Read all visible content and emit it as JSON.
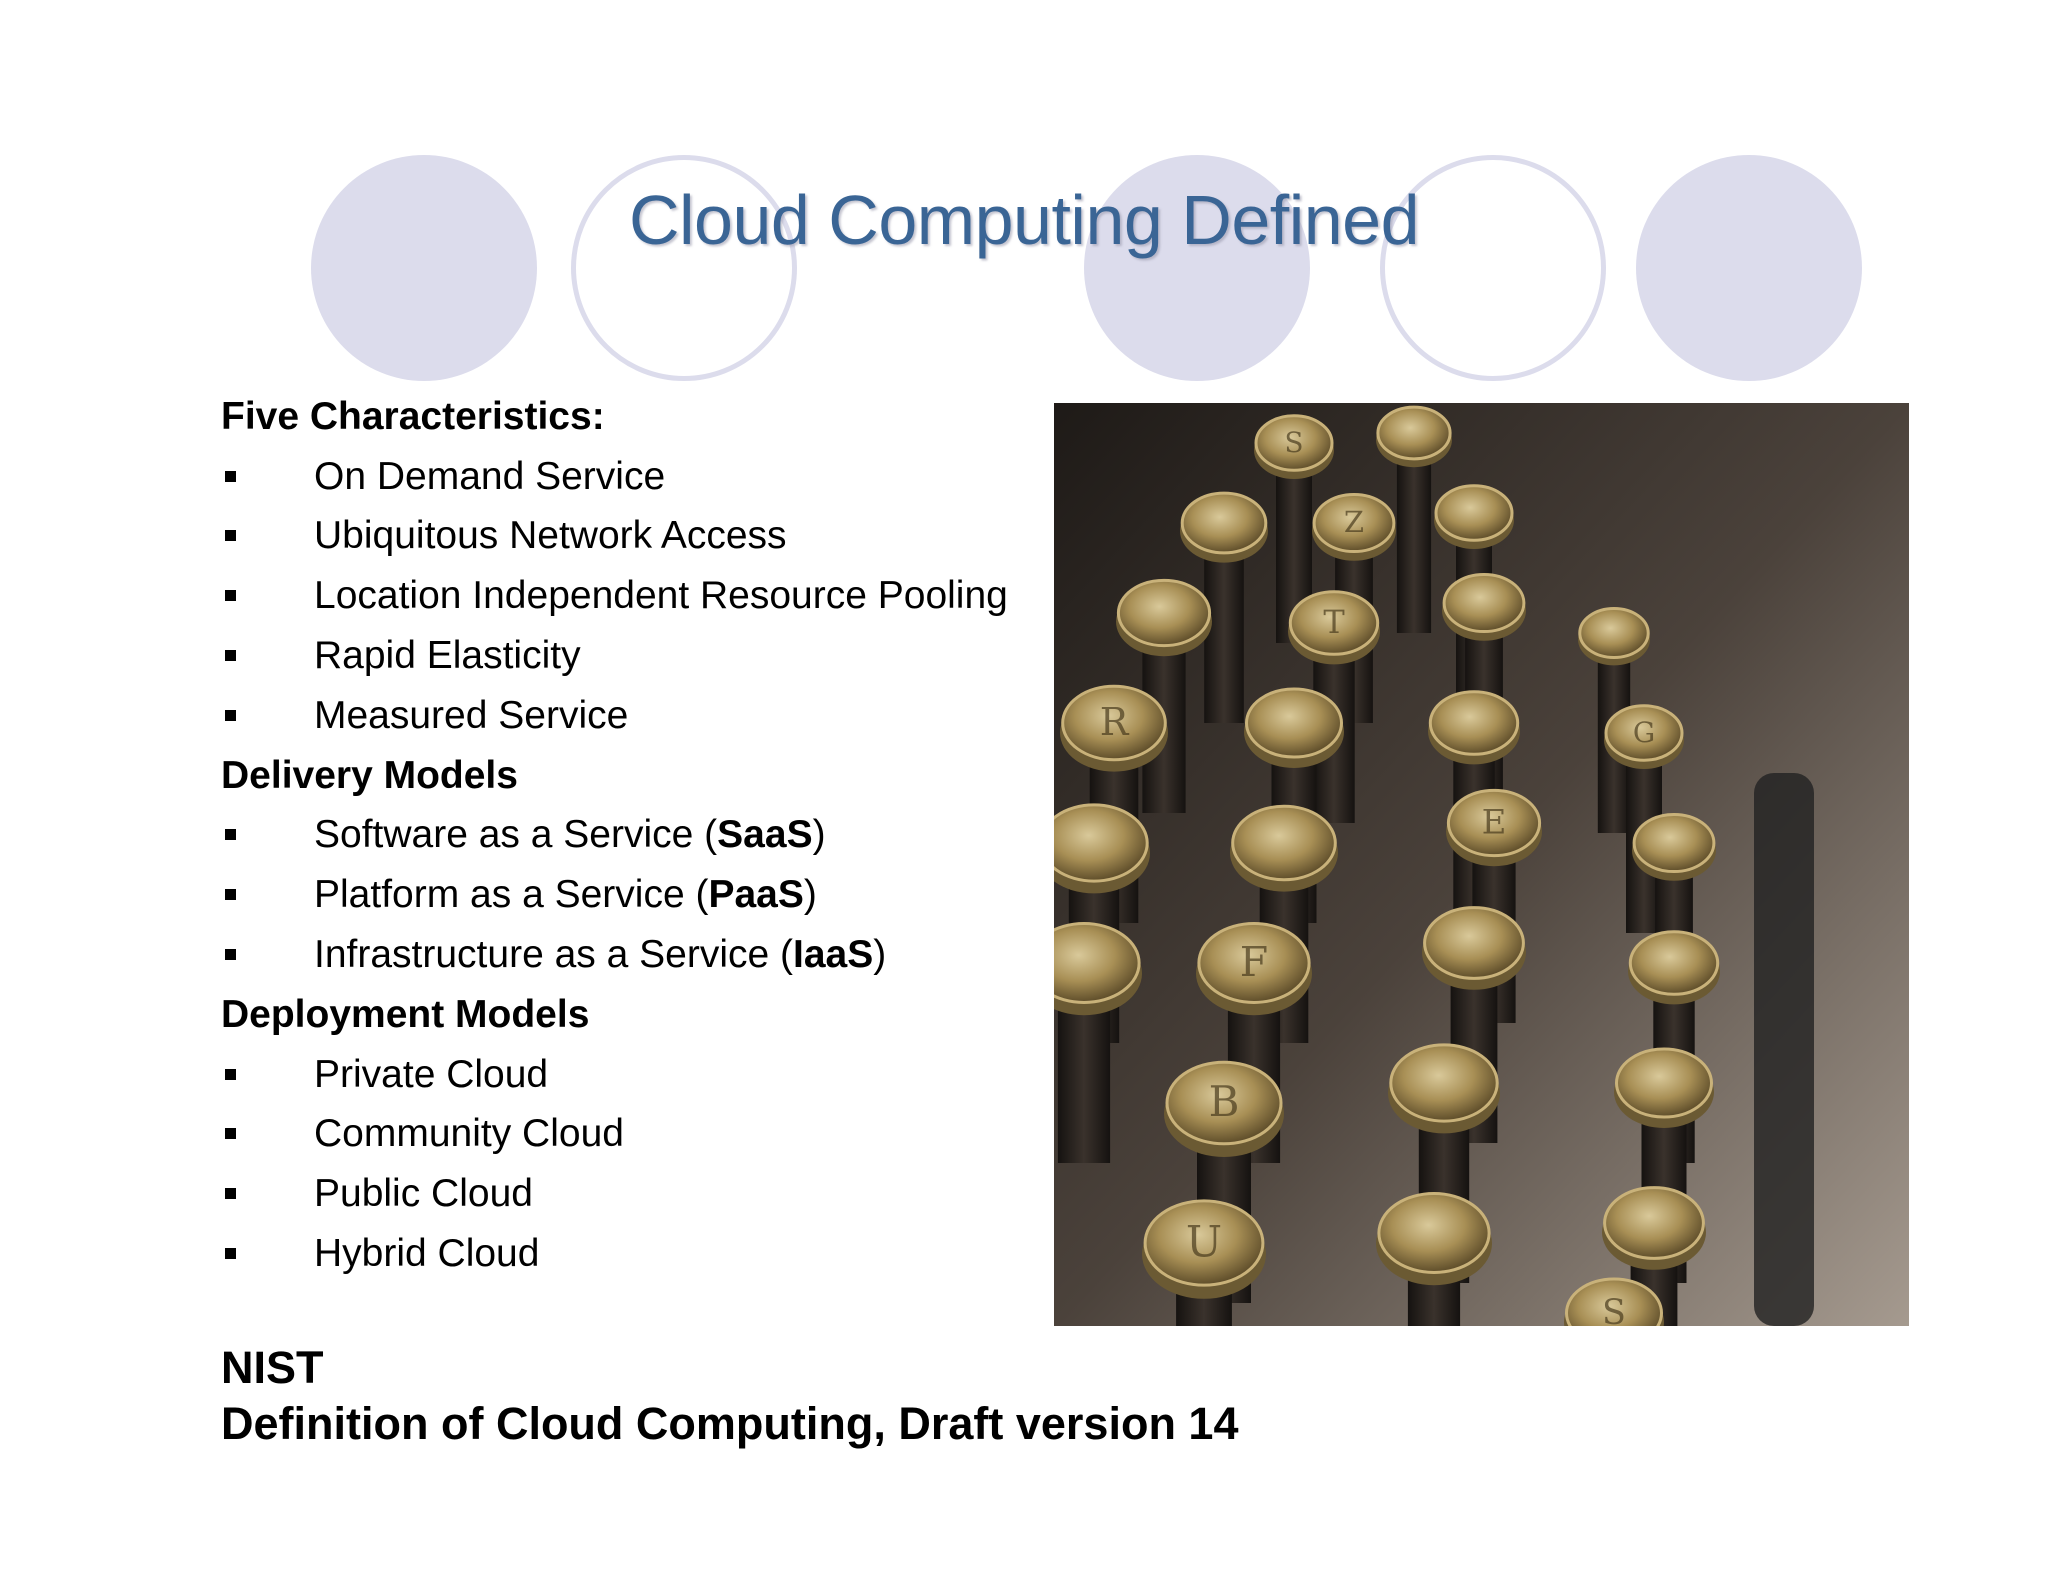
{
  "slide": {
    "title": "Cloud Computing Defined",
    "sections": [
      {
        "heading": "Five Characteristics:",
        "items": [
          {
            "pre": "On Demand Service",
            "bold": "",
            "post": ""
          },
          {
            "pre": "Ubiquitous Network Access",
            "bold": "",
            "post": ""
          },
          {
            "pre": "Location Independent Resource Pooling",
            "bold": "",
            "post": ""
          },
          {
            "pre": "Rapid Elasticity",
            "bold": "",
            "post": ""
          },
          {
            "pre": "Measured Service",
            "bold": "",
            "post": ""
          }
        ]
      },
      {
        "heading": "Delivery Models",
        "items": [
          {
            "pre": "Software as a Service (",
            "bold": "SaaS",
            "post": ")"
          },
          {
            "pre": "Platform as a Service (",
            "bold": "PaaS",
            "post": ")"
          },
          {
            "pre": "Infrastructure as a Service (",
            "bold": "IaaS",
            "post": ")"
          }
        ]
      },
      {
        "heading": "Deployment Models",
        "items": [
          {
            "pre": "Private Cloud",
            "bold": "",
            "post": ""
          },
          {
            "pre": "Community Cloud",
            "bold": "",
            "post": ""
          },
          {
            "pre": "Public Cloud",
            "bold": "",
            "post": ""
          },
          {
            "pre": "Hybrid Cloud",
            "bold": "",
            "post": ""
          }
        ]
      }
    ],
    "footer": {
      "line1": "NIST",
      "line2": "Definition of Cloud Computing, Draft version 14"
    },
    "photo_keys": [
      "S",
      "Z",
      "T",
      "R",
      "G",
      "E",
      "F",
      "B",
      "U"
    ]
  },
  "colors": {
    "title": "#3a6595",
    "circle": "#dcdcec",
    "key_brass": "#b59a5c",
    "key_dark": "#2b2622"
  }
}
